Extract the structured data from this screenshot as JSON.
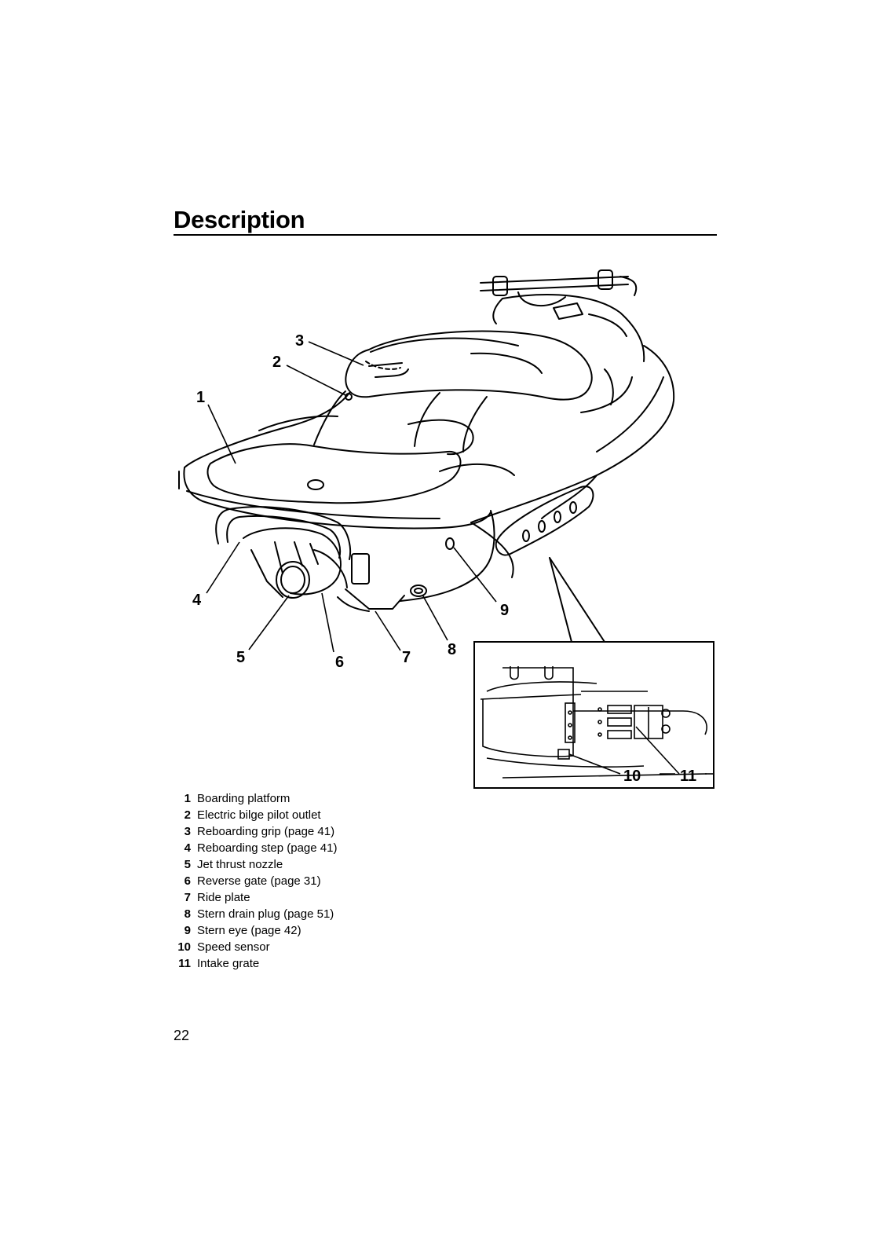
{
  "page": {
    "title": "Description",
    "page_number": "22"
  },
  "callouts": [
    "1",
    "2",
    "3",
    "4",
    "5",
    "6",
    "7",
    "8",
    "9",
    "10",
    "11"
  ],
  "legend": [
    {
      "num": "1",
      "label": "Boarding platform"
    },
    {
      "num": "2",
      "label": "Electric bilge pilot outlet"
    },
    {
      "num": "3",
      "label": "Reboarding grip (page 41)"
    },
    {
      "num": "4",
      "label": "Reboarding step (page 41)"
    },
    {
      "num": "5",
      "label": "Jet thrust nozzle"
    },
    {
      "num": "6",
      "label": "Reverse gate (page 31)"
    },
    {
      "num": "7",
      "label": "Ride plate"
    },
    {
      "num": "8",
      "label": "Stern drain plug (page 51)"
    },
    {
      "num": "9",
      "label": "Stern eye (page 42)"
    },
    {
      "num": "10",
      "label": "Speed sensor"
    },
    {
      "num": "11",
      "label": "Intake grate"
    }
  ]
}
